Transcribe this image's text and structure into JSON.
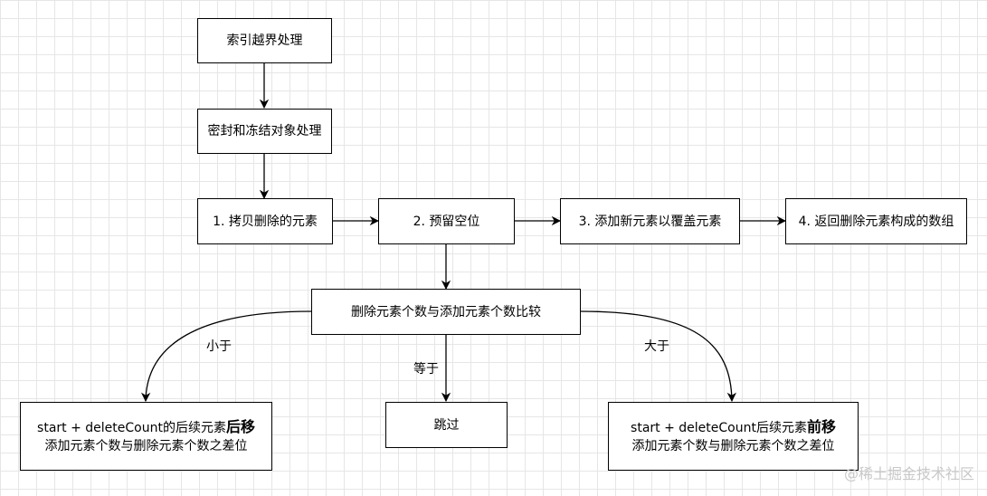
{
  "nodes": {
    "index_bounds": "索引越界处理",
    "seal_freeze": "密封和冻结对象处理",
    "step1": "1. 拷贝删除的元素",
    "step2": "2. 预留空位",
    "step3": "3. 添加新元素以覆盖元素",
    "step4": "4. 返回删除元素构成的数组",
    "compare": "删除元素个数与添加元素个数比较",
    "less": {
      "line1_prefix": "start + deleteCount的后续元素",
      "line1_strong": "后移",
      "line2": "添加元素个数与删除元素个数之差位"
    },
    "equal": "跳过",
    "greater": {
      "line1_prefix": "start + deleteCount后续元素",
      "line1_strong": "前移",
      "line2": "添加元素个数与删除元素个数之差位"
    }
  },
  "edge_labels": {
    "less": "小于",
    "equal": "等于",
    "greater": "大于"
  },
  "watermark": "@稀土掘金技术社区",
  "colors": {
    "background": "#ffffff",
    "grid": "#e6e6e6",
    "stroke": "#000000"
  }
}
